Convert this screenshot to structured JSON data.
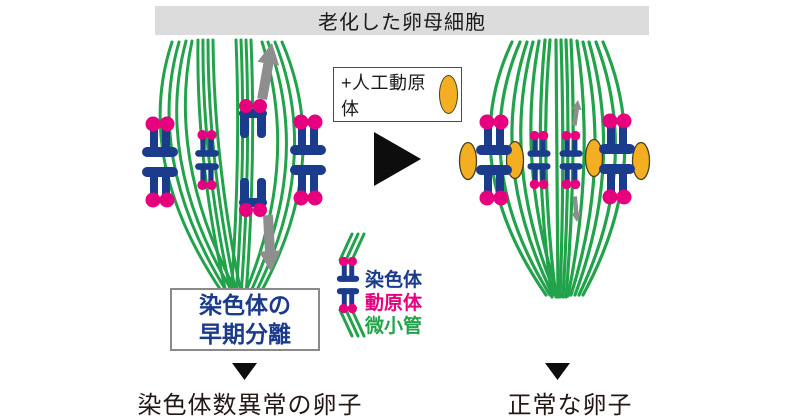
{
  "banner": {
    "title": "老化した卵母細胞"
  },
  "treatment_box": {
    "label": "+人工動原体"
  },
  "legend": {
    "items": [
      {
        "label": "染色体",
        "color": "#1b3c8c"
      },
      {
        "label": "動原体",
        "color": "#e6007e"
      },
      {
        "label": "微小管",
        "color": "#22a34b"
      }
    ]
  },
  "left_panel": {
    "caption": "染色体の\n早期分離",
    "outcome": "染色体数異常の卵子"
  },
  "right_panel": {
    "outcome": "正常な卵子"
  },
  "colors": {
    "chromosome_blue": "#1b3c8c",
    "kinetochore_pink": "#e6007e",
    "microtubule_green": "#22a34b",
    "artificial_kinetochore_yellow": "#f3ae21",
    "arrow_gray": "#8e8e8e",
    "banner_gray": "#dcdcdc",
    "text_black": "#1a1a1a"
  }
}
